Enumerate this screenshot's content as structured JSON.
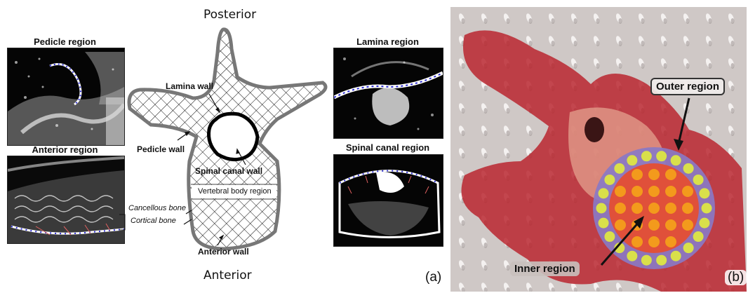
{
  "panel_a": {
    "top_left_title": "Pedicle region",
    "bottom_left_title": "Anterior region",
    "top_right_title": "Lamina region",
    "bottom_right_title": "Spinal canal region",
    "posterior": "Posterior",
    "anterior": "Anterior",
    "labels": {
      "lamina_wall": "Lamina wall",
      "pedicle_wall": "Pedicle wall",
      "spinal_canal_wall": "Spinal canal wall",
      "vertebral_body_region": "Vertebral body region",
      "cancellous_bone": "Cancellous bone",
      "cortical_bone": "Cortical bone",
      "anterior_wall": "Anterior wall"
    },
    "letter": "(a)"
  },
  "panel_b": {
    "outer_region": "Outer region",
    "inner_region": "Inner region",
    "letter": "(b)",
    "colors": {
      "outer_ring": "#8a78c4",
      "outer_dots": "#d9e04a",
      "inner_disc": "#e0503a",
      "inner_dots": "#f39a1c",
      "tissue": "#b8202a"
    }
  }
}
